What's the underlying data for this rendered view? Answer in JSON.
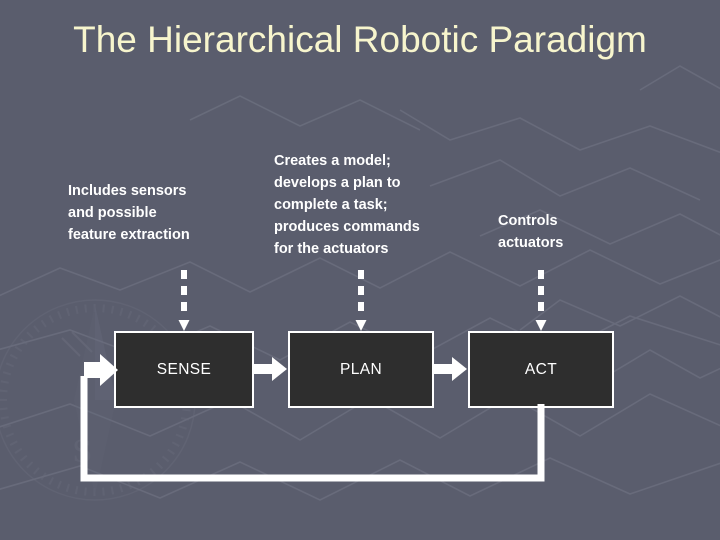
{
  "slide": {
    "title": "The Hierarchical Robotic Paradigm",
    "background_color": "#5a5d6d",
    "title_color": "#f7f5cd",
    "box_fill_color": "#2e2e2e",
    "box_border_color": "#ffffff",
    "annotation_color": "#ffffff"
  },
  "annotations": {
    "sense": "Includes sensors\nand possible\nfeature extraction",
    "plan": "Creates a model;\ndevelops a plan to\ncomplete a task;\nproduces commands\nfor the actuators",
    "act": "Controls\nactuators"
  },
  "stages": [
    {
      "id": "sense",
      "label": "SENSE"
    },
    {
      "id": "plan",
      "label": "PLAN"
    },
    {
      "id": "act",
      "label": "ACT"
    }
  ],
  "connectors": {
    "sense_to_plan": "block-arrow-right",
    "plan_to_act": "block-arrow-right",
    "feedback": "act-to-sense-feedback-loop",
    "annotation_links": [
      "dashed-down-arrow",
      "dashed-down-arrow",
      "dashed-down-arrow"
    ]
  }
}
